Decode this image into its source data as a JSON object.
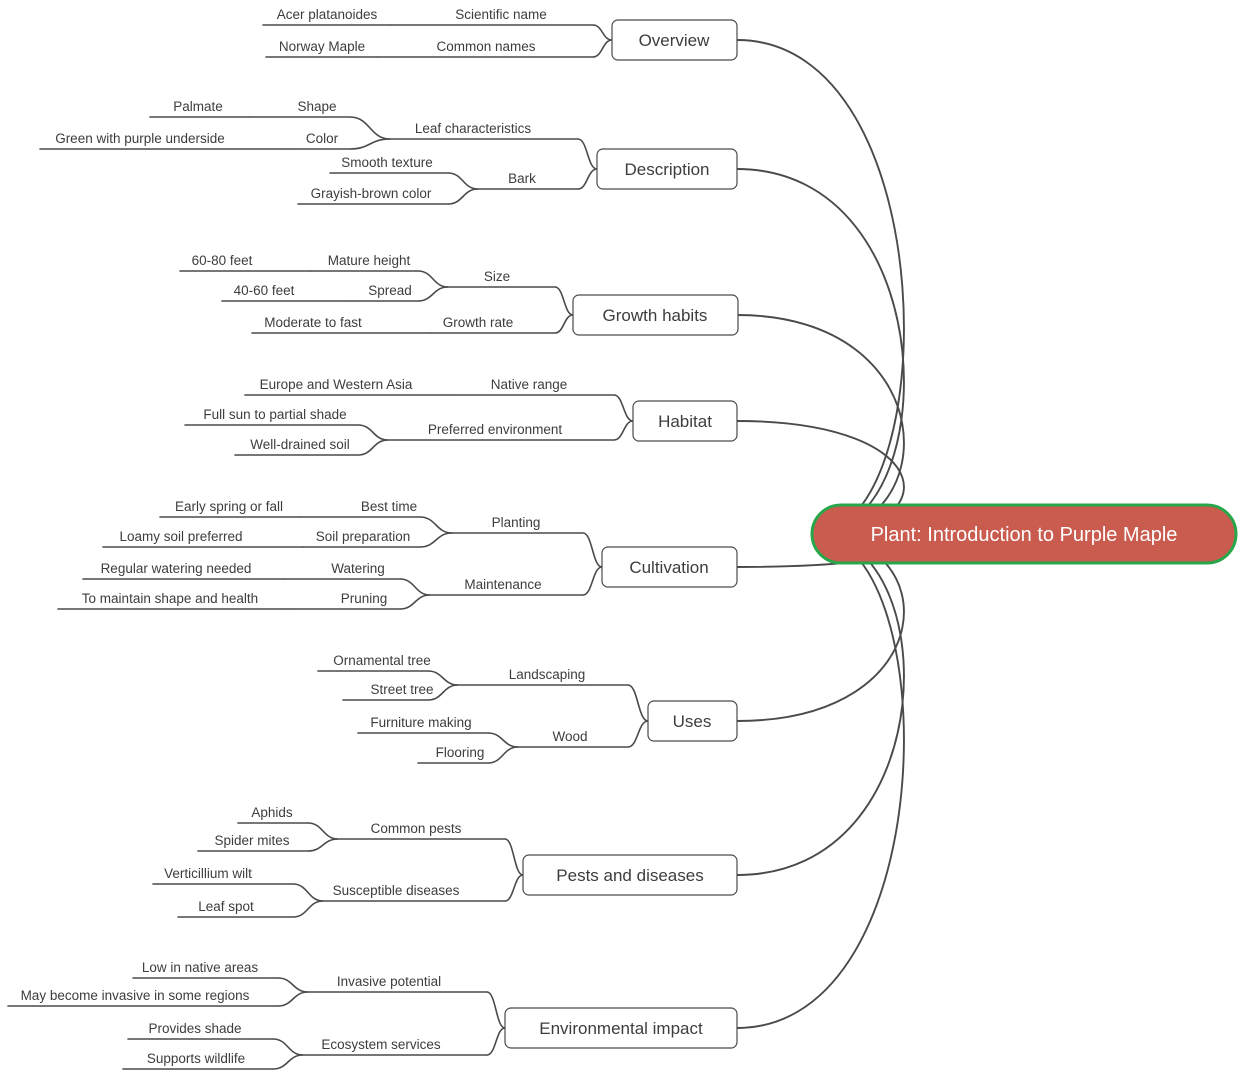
{
  "mindmap": {
    "root": {
      "label": "Plant: Introduction to Purple Maple",
      "fill": "#c95b4f",
      "border": "#27a74a",
      "text_color": "#ffffff"
    },
    "connector_color": "#4a4a4a",
    "text_color": "#3d3d3d",
    "branches": [
      {
        "label": "Overview",
        "children": [
          {
            "label": "Scientific name",
            "children": [
              {
                "label": "Acer platanoides"
              }
            ]
          },
          {
            "label": "Common names",
            "children": [
              {
                "label": "Norway Maple"
              }
            ]
          }
        ]
      },
      {
        "label": "Description",
        "children": [
          {
            "label": "Leaf characteristics",
            "children": [
              {
                "label": "Shape",
                "children": [
                  {
                    "label": "Palmate"
                  }
                ]
              },
              {
                "label": "Color",
                "children": [
                  {
                    "label": "Green with purple underside"
                  }
                ]
              }
            ]
          },
          {
            "label": "Bark",
            "children": [
              {
                "label": "Smooth texture"
              },
              {
                "label": "Grayish-brown color"
              }
            ]
          }
        ]
      },
      {
        "label": "Growth habits",
        "children": [
          {
            "label": "Size",
            "children": [
              {
                "label": "Mature height",
                "children": [
                  {
                    "label": "60-80 feet"
                  }
                ]
              },
              {
                "label": "Spread",
                "children": [
                  {
                    "label": "40-60 feet"
                  }
                ]
              }
            ]
          },
          {
            "label": "Growth rate",
            "children": [
              {
                "label": "Moderate to fast"
              }
            ]
          }
        ]
      },
      {
        "label": "Habitat",
        "children": [
          {
            "label": "Native range",
            "children": [
              {
                "label": "Europe and Western Asia"
              }
            ]
          },
          {
            "label": "Preferred environment",
            "children": [
              {
                "label": "Full sun to partial shade"
              },
              {
                "label": "Well-drained soil"
              }
            ]
          }
        ]
      },
      {
        "label": "Cultivation",
        "children": [
          {
            "label": "Planting",
            "children": [
              {
                "label": "Best time",
                "children": [
                  {
                    "label": "Early spring or fall"
                  }
                ]
              },
              {
                "label": "Soil preparation",
                "children": [
                  {
                    "label": "Loamy soil preferred"
                  }
                ]
              }
            ]
          },
          {
            "label": "Maintenance",
            "children": [
              {
                "label": "Watering",
                "children": [
                  {
                    "label": "Regular watering needed"
                  }
                ]
              },
              {
                "label": "Pruning",
                "children": [
                  {
                    "label": "To maintain shape and health"
                  }
                ]
              }
            ]
          }
        ]
      },
      {
        "label": "Uses",
        "children": [
          {
            "label": "Landscaping",
            "children": [
              {
                "label": "Ornamental tree"
              },
              {
                "label": "Street tree"
              }
            ]
          },
          {
            "label": "Wood",
            "children": [
              {
                "label": "Furniture making"
              },
              {
                "label": "Flooring"
              }
            ]
          }
        ]
      },
      {
        "label": "Pests and diseases",
        "children": [
          {
            "label": "Common pests",
            "children": [
              {
                "label": "Aphids"
              },
              {
                "label": "Spider mites"
              }
            ]
          },
          {
            "label": "Susceptible diseases",
            "children": [
              {
                "label": "Verticillium wilt"
              },
              {
                "label": "Leaf spot"
              }
            ]
          }
        ]
      },
      {
        "label": "Environmental impact",
        "children": [
          {
            "label": "Invasive potential",
            "children": [
              {
                "label": "Low in native areas"
              },
              {
                "label": "May become invasive in some regions"
              }
            ]
          },
          {
            "label": "Ecosystem services",
            "children": [
              {
                "label": "Provides shade"
              },
              {
                "label": "Supports wildlife"
              }
            ]
          }
        ]
      }
    ]
  }
}
